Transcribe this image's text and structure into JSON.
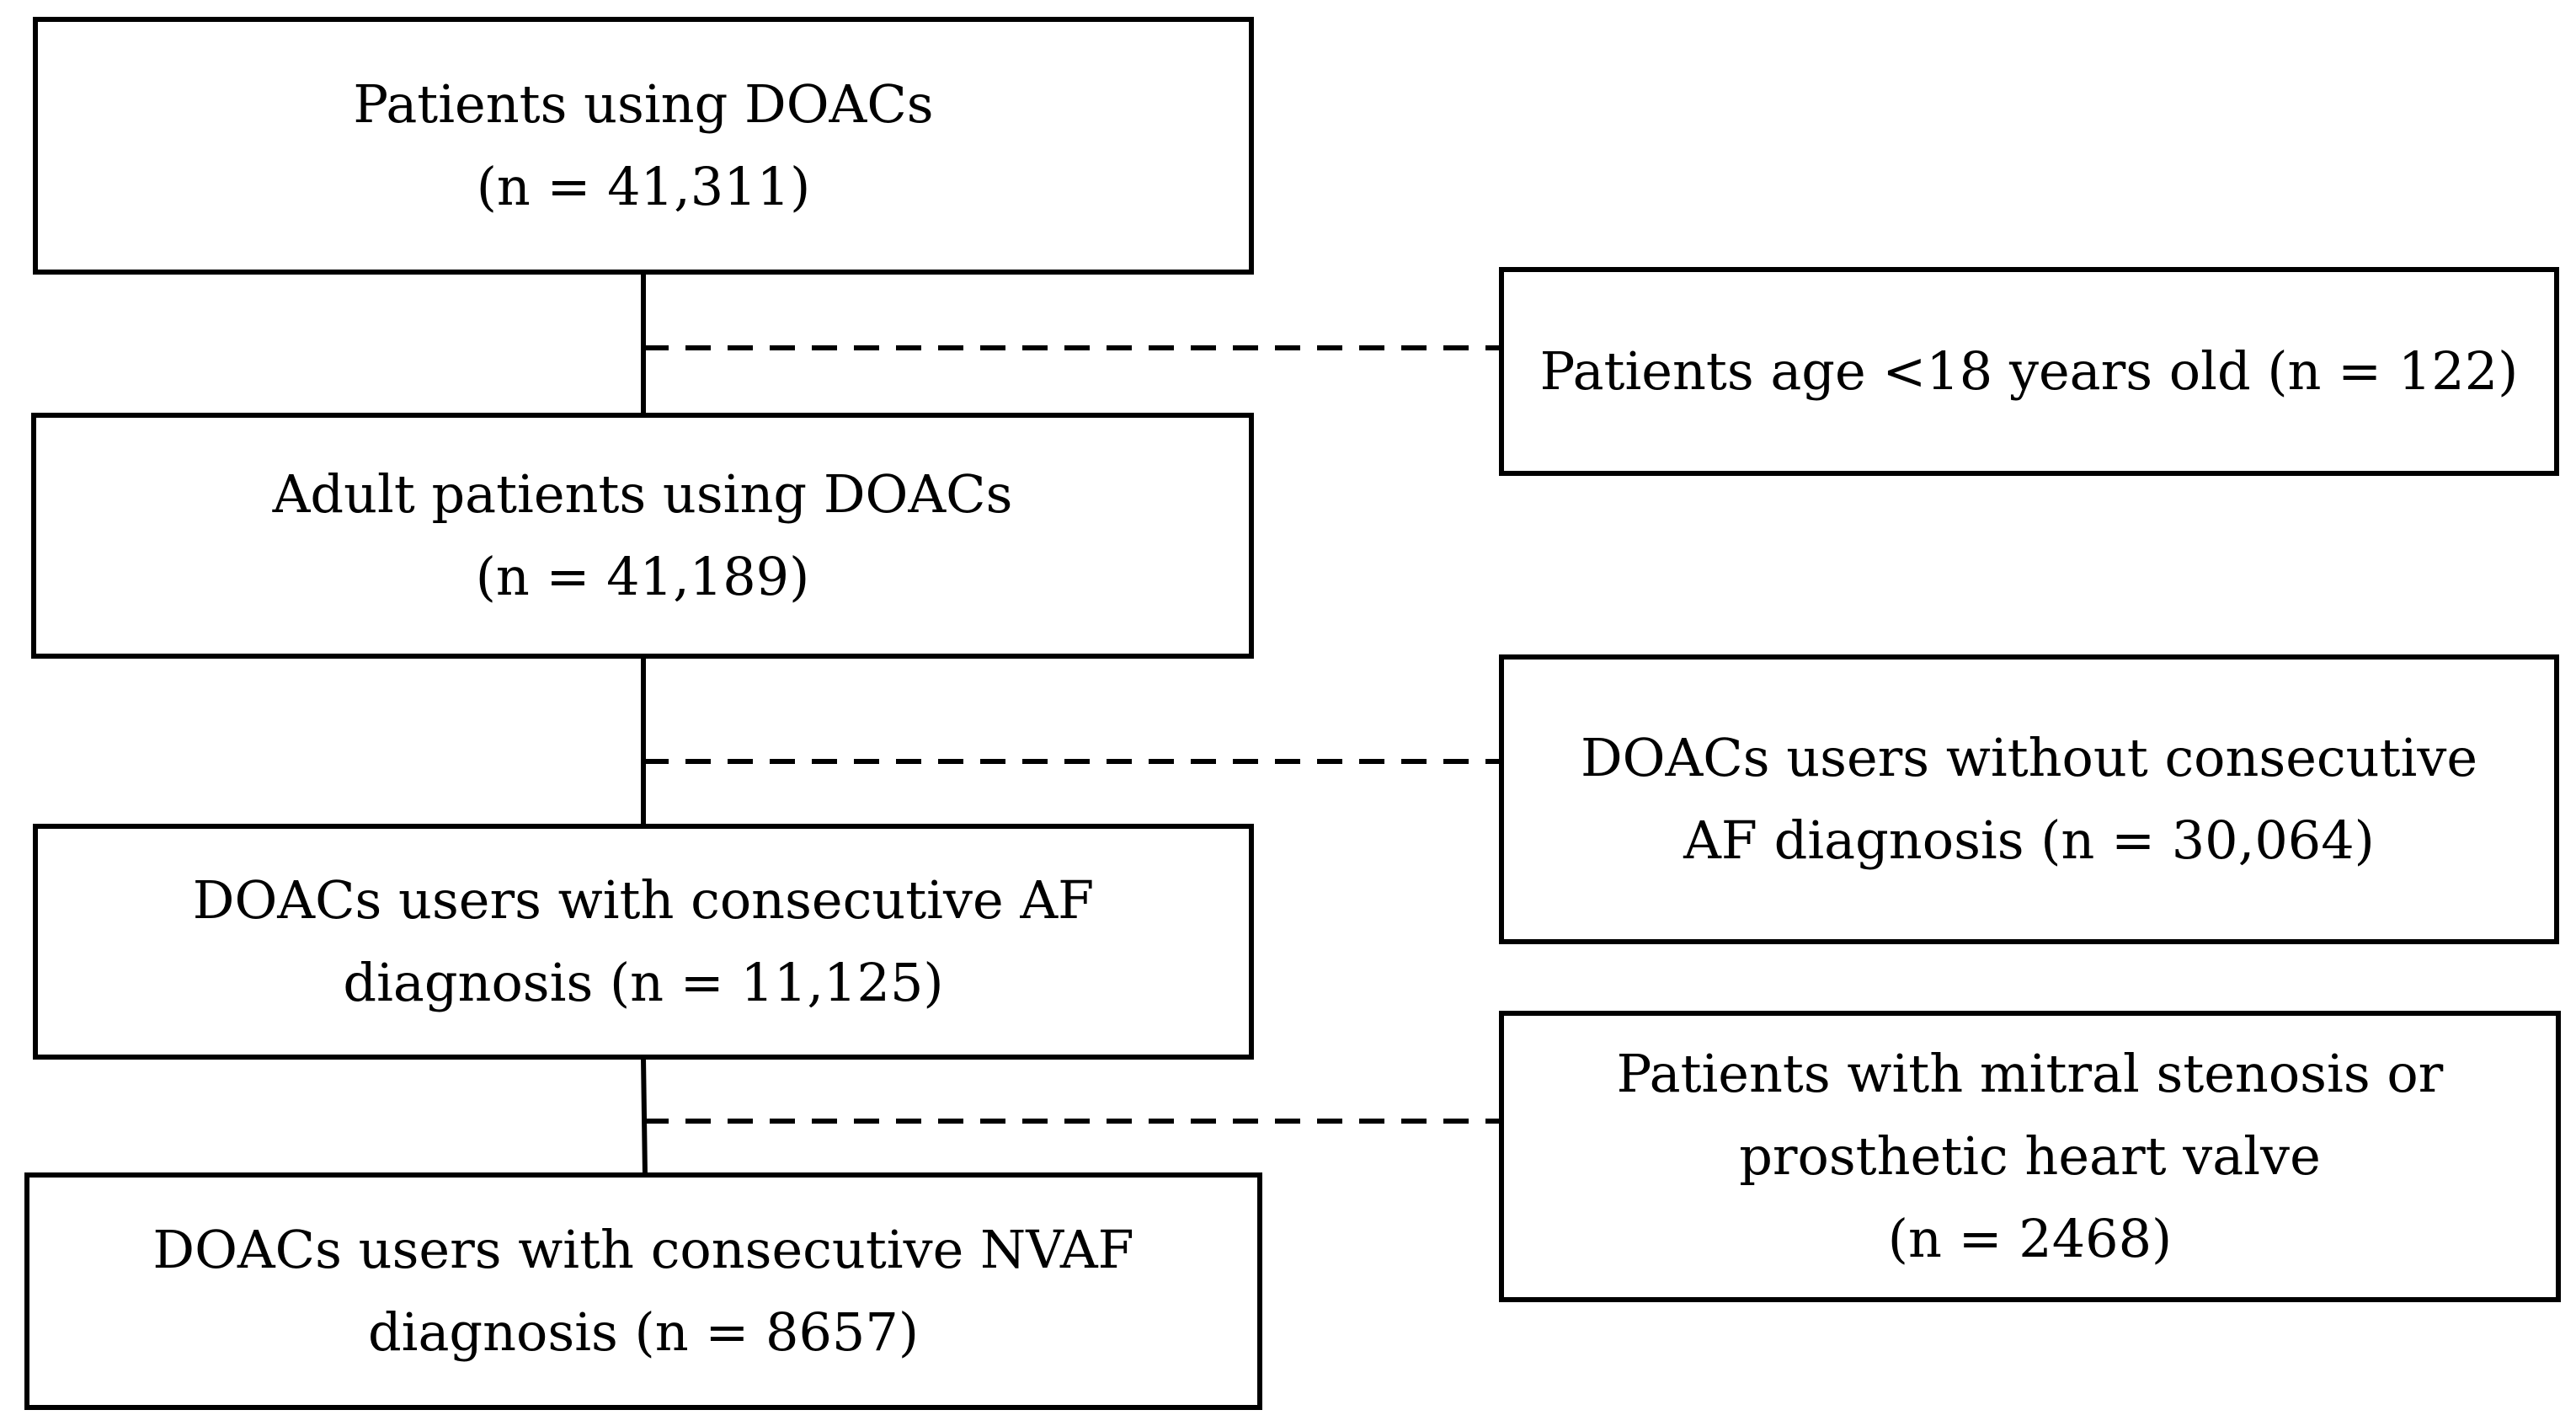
{
  "flowchart": {
    "main_boxes": [
      {
        "id": "all-patients",
        "text": "Patients using DOACs\n(n = 41,311)"
      },
      {
        "id": "adult-patients",
        "text": "Adult patients using DOACs\n(n = 41,189)"
      },
      {
        "id": "af-patients",
        "text": "DOACs users with consecutive AF\ndiagnosis (n = 11,125)"
      },
      {
        "id": "nvaf-patients",
        "text": "DOACs users with consecutive NVAF\ndiagnosis (n = 8657)"
      }
    ],
    "exclusion_boxes": [
      {
        "id": "exclude-age",
        "text": "Patients age <18 years old (n = 122)"
      },
      {
        "id": "exclude-no-af",
        "text": "DOACs users without consecutive\nAF diagnosis (n = 30,064)"
      },
      {
        "id": "exclude-valve",
        "text": "Patients with mitral stenosis or\nprosthetic heart valve\n(n = 2468)"
      }
    ]
  }
}
